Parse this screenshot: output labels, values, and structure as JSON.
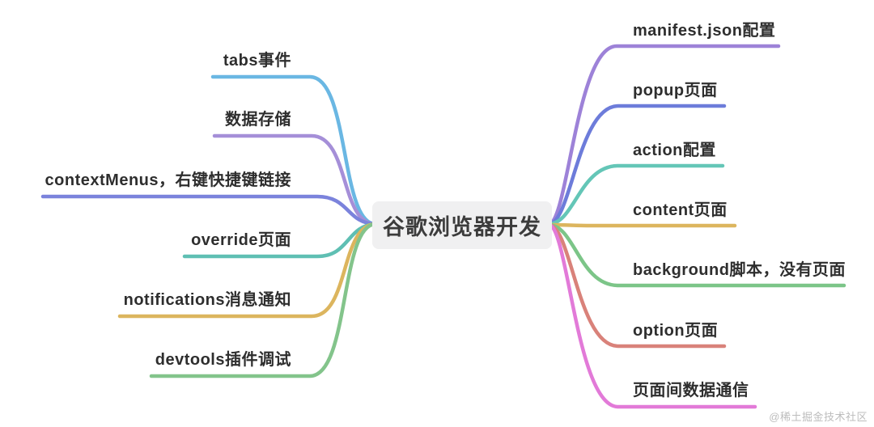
{
  "central": {
    "label": "谷歌浏览器开发",
    "bg_color": "#f0f0f1"
  },
  "watermark": "@稀土掘金技术社区",
  "branches": {
    "left": [
      {
        "label": "tabs事件",
        "color": "#6ab7e3"
      },
      {
        "label": "数据存储",
        "color": "#a58fd8"
      },
      {
        "label": "contextMenus，右键快捷键链接",
        "color": "#7b83dc"
      },
      {
        "label": "override页面",
        "color": "#5fbfb3"
      },
      {
        "label": "notifications消息通知",
        "color": "#dcb55e"
      },
      {
        "label": "devtools插件调试",
        "color": "#83c48b"
      }
    ],
    "right": [
      {
        "label": "manifest.json配置",
        "color": "#9d82d8"
      },
      {
        "label": "popup页面",
        "color": "#6d7cda"
      },
      {
        "label": "action配置",
        "color": "#64c6b7"
      },
      {
        "label": "content页面",
        "color": "#dcb55e"
      },
      {
        "label": "background脚本，没有页面",
        "color": "#7cc588"
      },
      {
        "label": "option页面",
        "color": "#d9827a"
      },
      {
        "label": "页面间数据通信",
        "color": "#e27ad8"
      }
    ]
  }
}
